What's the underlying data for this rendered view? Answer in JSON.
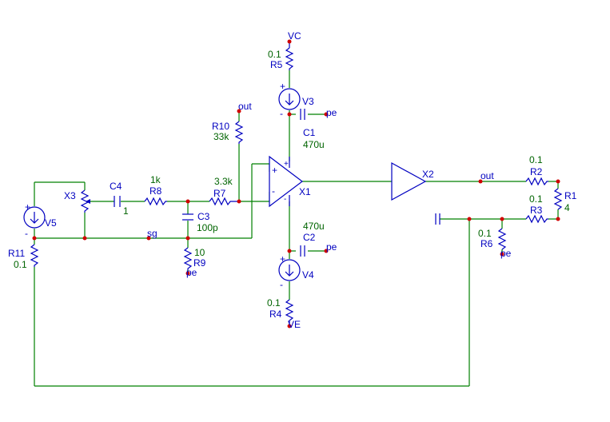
{
  "components": {
    "R5": {
      "ref": "R5",
      "value": "0.1"
    },
    "V3": {
      "ref": "V3"
    },
    "C1": {
      "ref": "C1",
      "value": "470u"
    },
    "R10": {
      "ref": "R10",
      "value": "33k"
    },
    "C4": {
      "ref": "C4",
      "value": "1"
    },
    "R8": {
      "ref": "R8",
      "value": "1k"
    },
    "R7": {
      "ref": "R7",
      "value": "3.3k"
    },
    "X1": {
      "ref": "X1"
    },
    "X2": {
      "ref": "X2"
    },
    "X3": {
      "ref": "X3"
    },
    "C3": {
      "ref": "C3",
      "value": "100p"
    },
    "R9": {
      "ref": "R9",
      "value": "10"
    },
    "V5": {
      "ref": "V5"
    },
    "R11": {
      "ref": "R11",
      "value": "0.1"
    },
    "C2": {
      "ref": "C2",
      "value": "470u"
    },
    "V4": {
      "ref": "V4"
    },
    "R4": {
      "ref": "R4",
      "value": "0.1"
    },
    "R2": {
      "ref": "R2",
      "value": "0.1"
    },
    "R3": {
      "ref": "R3",
      "value": "0.1"
    },
    "R1": {
      "ref": "R1",
      "value": "4"
    },
    "R6": {
      "ref": "R6",
      "value": "0.1"
    }
  },
  "nets": {
    "vc": "VC",
    "ve": "VE",
    "out1": "out",
    "out2": "out",
    "sg": "sg",
    "pe1": "pe",
    "pe2": "pe",
    "pe3": "pe",
    "pe4": "pe"
  },
  "pins": {
    "plus": "+",
    "minus": "-"
  }
}
